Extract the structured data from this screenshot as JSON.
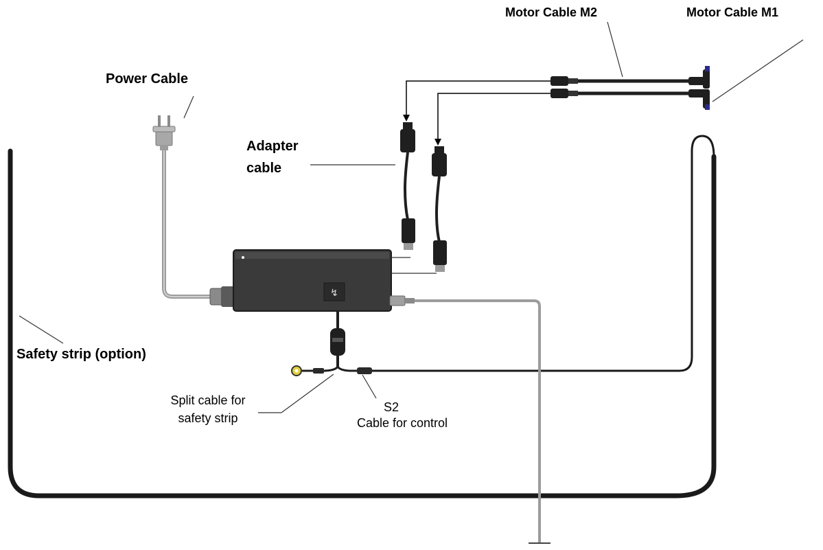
{
  "labels": {
    "motor_m2": "Motor Cable M2",
    "motor_m1": "Motor Cable M1",
    "power": "Power Cable",
    "adapter_l1": "Adapter",
    "adapter_l2": "cable",
    "safety_strip": "Safety strip (option)",
    "split_l1": "Split cable for",
    "split_l2": "safety strip",
    "s2_l1": "S2",
    "s2_l2": "Cable for control"
  },
  "box_logo": "↯",
  "colors": {
    "strip": "#1a1a1a",
    "cable_grey": "#9c9c9c",
    "box": "#3a3a3a",
    "connector": "#1f1f1f",
    "motor_tip": "#2a2a8c",
    "ring_terminal": "#c8b400"
  }
}
